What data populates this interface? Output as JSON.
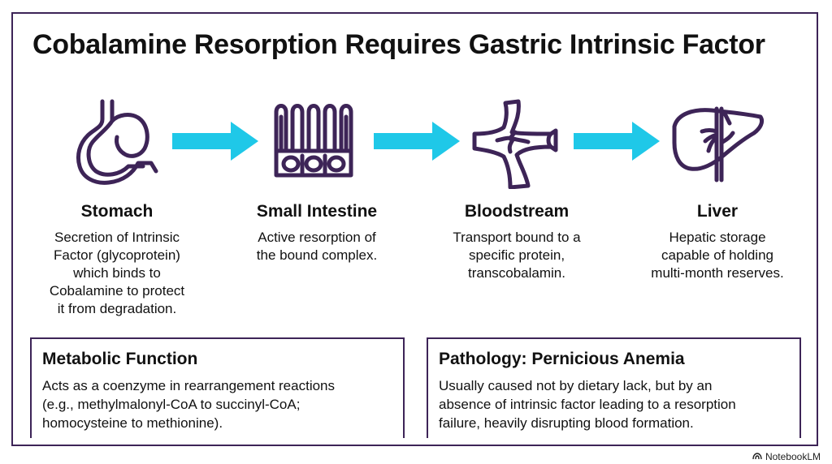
{
  "title": "Cobalamine Resorption Requires Gastric Intrinsic Factor",
  "colors": {
    "frame": "#3d2457",
    "icon": "#3d2457",
    "arrow": "#1fc8e8"
  },
  "steps": [
    {
      "icon": "stomach-icon",
      "title": "Stomach",
      "lines": [
        "Secretion of Intrinsic",
        "Factor (glycoprotein)",
        "which binds to",
        "Cobalamine to protect",
        "it from degradation."
      ]
    },
    {
      "icon": "intestine-villi-icon",
      "title": "Small Intestine",
      "lines": [
        "Active resorption of",
        "the bound complex."
      ]
    },
    {
      "icon": "blood-vessel-icon",
      "title": "Bloodstream",
      "lines": [
        "Transport bound to a",
        "specific protein,",
        "transcobalamin."
      ]
    },
    {
      "icon": "liver-icon",
      "title": "Liver",
      "lines": [
        "Hepatic storage",
        "capable of holding",
        "multi-month reserves."
      ]
    }
  ],
  "boxes": [
    {
      "title": "Metabolic Function",
      "lines": [
        "Acts as a coenzyme in rearrangement reactions",
        "(e.g., methylmalonyl-CoA to succinyl-CoA;",
        "homocysteine to methionine)."
      ]
    },
    {
      "title": "Pathology: Pernicious Anemia",
      "lines": [
        "Usually caused not by dietary lack, but by an",
        "absence of intrinsic factor leading to a resorption",
        "failure, heavily disrupting blood formation."
      ]
    }
  ],
  "brand": "NotebookLM"
}
